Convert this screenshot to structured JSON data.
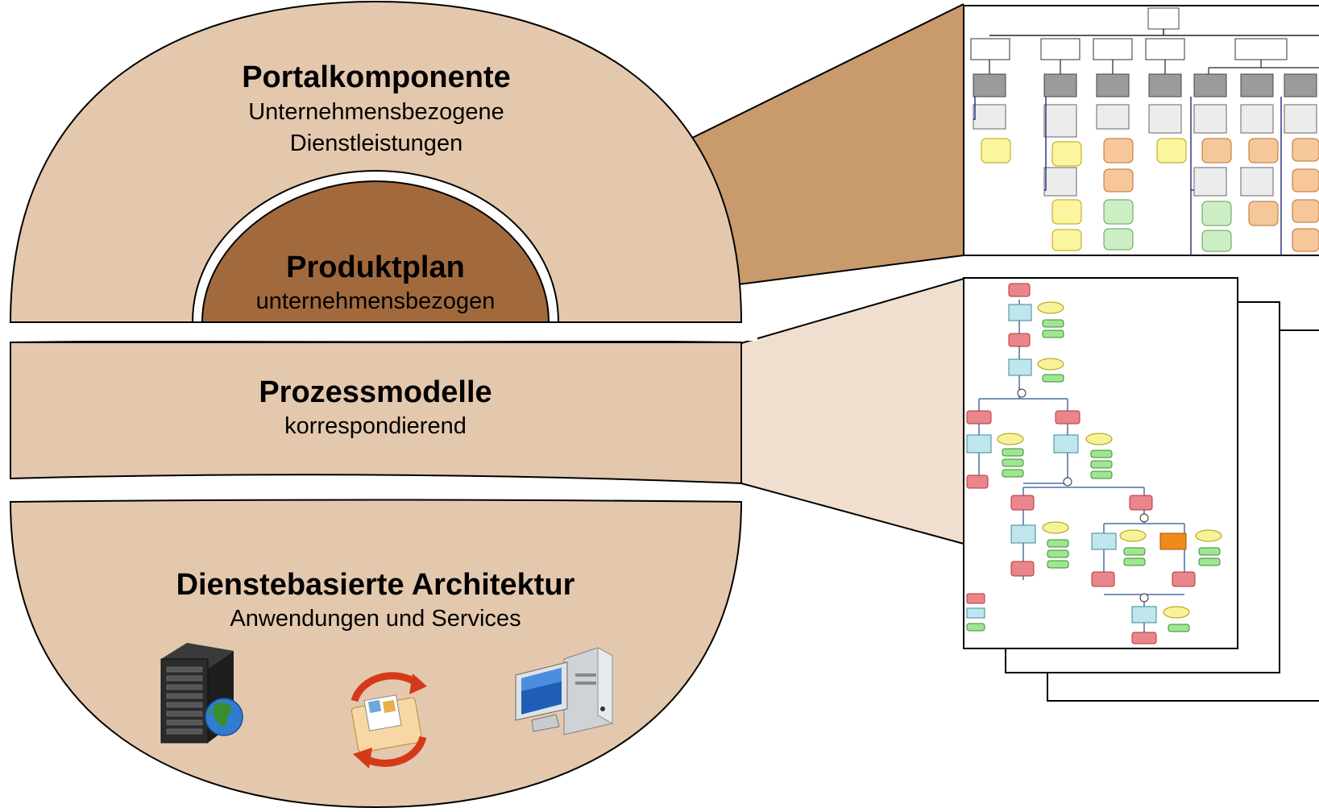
{
  "portal": {
    "title": "Portalkomponente",
    "subtitle_line1": "Unternehmensbezogene",
    "subtitle_line2": "Dienstleistungen"
  },
  "produktplan": {
    "title": "Produktplan",
    "subtitle": "unternehmensbezogen"
  },
  "prozess": {
    "title": "Prozessmodelle",
    "subtitle": "korrespondierend"
  },
  "architektur": {
    "title": "Dienstebasierte Architektur",
    "subtitle": "Anwendungen und Services",
    "icons": [
      "server-globe-icon",
      "data-sync-icon",
      "desktop-computer-icon"
    ]
  },
  "colors": {
    "outer_fill": "#e4c8ad",
    "inner_fill": "#a26a3c",
    "connector_top": "#c99a6b",
    "connector_mid": "#f0dfce",
    "stroke": "#000000"
  }
}
